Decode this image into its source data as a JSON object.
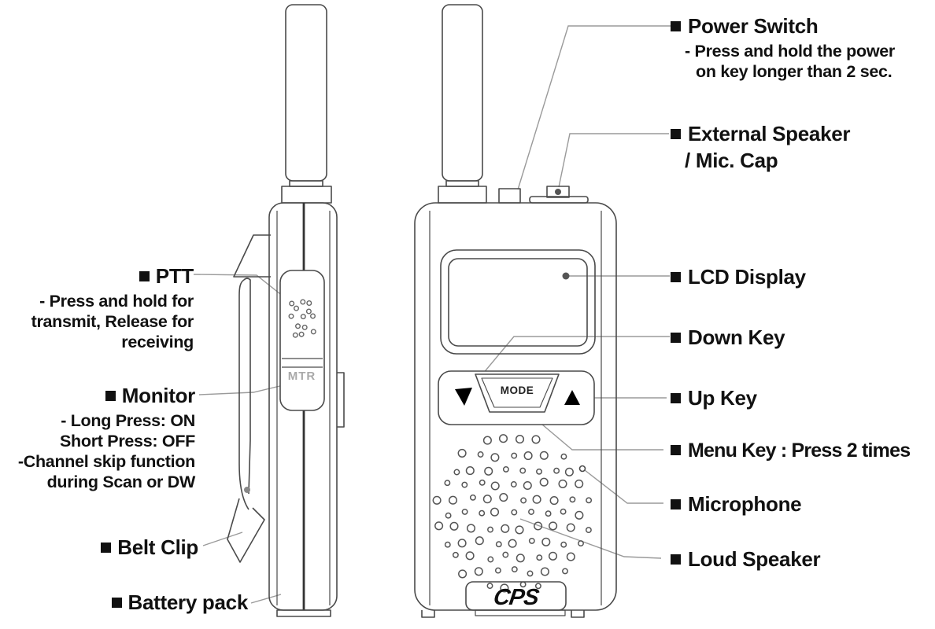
{
  "diagram": {
    "background": "#ffffff",
    "outline_color": "#4a4a4a",
    "leader_color": "#9a9a9a",
    "text_color": "#111111"
  },
  "labels": {
    "left": [
      {
        "title": "PTT",
        "lines": [
          "- Press and hold for",
          "transmit, Release for",
          "receiving"
        ]
      },
      {
        "title": "Monitor",
        "lines": [
          "- Long Press: ON",
          "Short Press: OFF",
          "-Channel skip function",
          "during Scan or DW"
        ]
      },
      {
        "title": "Belt Clip",
        "lines": []
      },
      {
        "title": "Battery pack",
        "lines": []
      }
    ],
    "right": [
      {
        "title": "Power Switch",
        "lines": [
          "- Press and hold the power",
          "on key longer than 2 sec."
        ]
      },
      {
        "title": "External Speaker",
        "lines": [
          "/ Mic. Cap"
        ]
      },
      {
        "title": "LCD Display",
        "lines": []
      },
      {
        "title": "Down Key",
        "lines": []
      },
      {
        "title": "Up Key",
        "lines": []
      },
      {
        "title": "Menu Key : Press 2 times",
        "lines": []
      },
      {
        "title": "Microphone",
        "lines": []
      },
      {
        "title": "Loud Speaker",
        "lines": []
      }
    ]
  },
  "device": {
    "mode_button_label": "MODE",
    "monitor_button_label": "MTR",
    "brand_logo": "CPS"
  }
}
